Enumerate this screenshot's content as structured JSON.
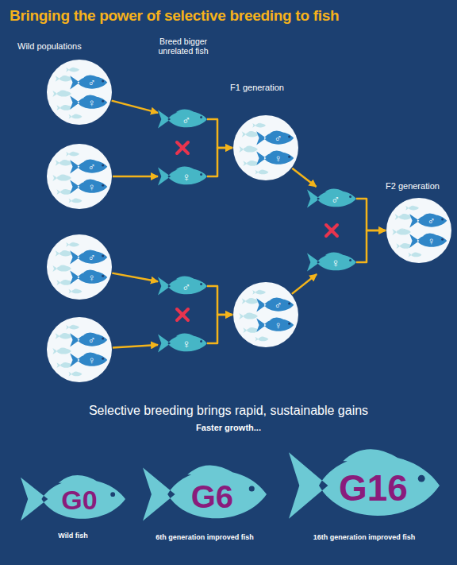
{
  "diagram": {
    "title": "Bringing the power of selective breeding to fish",
    "nodes": [
      {
        "text": [
          "♂",
          "♀"
        ]
      },
      {
        "text": [
          "♂",
          "♀"
        ]
      },
      {
        "text": [
          "♂",
          "♀"
        ]
      },
      {
        "text": [
          "♂",
          "♀"
        ]
      },
      {
        "text": [
          "♂"
        ]
      },
      {
        "text": [
          "♀"
        ]
      },
      {
        "text": [
          "♂"
        ]
      },
      {
        "text": [
          "♀"
        ]
      },
      {
        "text": [
          "♂",
          "♀"
        ]
      },
      {
        "text": [
          "♂",
          "♀"
        ]
      },
      {
        "text": [
          "♂"
        ]
      },
      {
        "text": [
          "♀"
        ]
      },
      {
        "text": [
          "♂",
          "♀"
        ]
      },
      {
        "text": [
          "G0",
          "Wild fish"
        ]
      },
      {
        "text": [
          "G6",
          "6th generation improved fish"
        ]
      },
      {
        "text": [
          "G16",
          "16th generation improved fish"
        ]
      }
    ],
    "edges": [
      {
        "from": 0,
        "to": 4,
        "arrow": "to"
      },
      {
        "from": 1,
        "to": 5,
        "arrow": "to"
      },
      {
        "from": 2,
        "to": 6,
        "arrow": "to"
      },
      {
        "from": 3,
        "to": 7,
        "arrow": "to"
      },
      {
        "from": 4,
        "to": 8,
        "arrow": "to"
      },
      {
        "from": 5,
        "to": 8,
        "arrow": "to"
      },
      {
        "from": 6,
        "to": 9,
        "arrow": "to"
      },
      {
        "from": 7,
        "to": 9,
        "arrow": "to"
      },
      {
        "from": 8,
        "to": 10,
        "arrow": "to"
      },
      {
        "from": 9,
        "to": 11,
        "arrow": "to"
      },
      {
        "from": 10,
        "to": 12,
        "arrow": "to"
      },
      {
        "from": 11,
        "to": 12,
        "arrow": "to"
      }
    ],
    "labels": [
      "Wild populations",
      "Breed bigger unrelated fish",
      "F1 generation",
      "F2 generation",
      "Selective breeding brings rapid, sustainable gains",
      "Faster growth..."
    ]
  }
}
